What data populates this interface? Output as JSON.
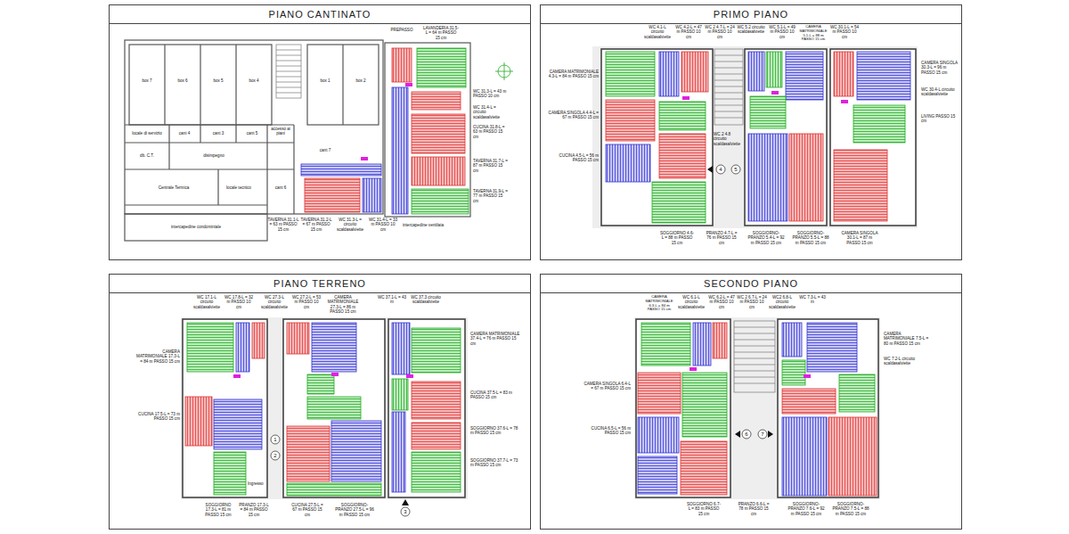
{
  "diagram": {
    "nodes": [
      {
        "text": [
          "PIANO CANTINATO"
        ]
      },
      {
        "text": [
          "PRIMO PIANO"
        ]
      },
      {
        "text": [
          "PIANO TERRENO"
        ]
      },
      {
        "text": [
          "SECONDO PIANO"
        ]
      }
    ],
    "labels": [
      "box 7",
      "box 6",
      "box 5",
      "box 4",
      "box 1",
      "box 2",
      "locale di servizio",
      "cant 4",
      "cant 3",
      "cant 5",
      "accesso ai piani",
      "disimpegno",
      "db. C.T.",
      "cant 7",
      "Centrale Termica",
      "locale tecnico",
      "cant 6",
      "intercapedine condominiale",
      "PREPASSO",
      "LAVANDERIA 31.5-L = 64 m PASSO 15 cm",
      "WC 31.3-L = 43 m PASSO 10 cm",
      "WC 31.4-L = circuito scaldasalviette",
      "CUCINA 31.8-L = 63 m PASSO 15 cm",
      "TAVERNA 31.7-L = 87 m PASSO 15 cm",
      "TAVERNA 31.9-L = 77 m PASSO 15 cm",
      "TAVERNA 31.1-L = 63 m PASSO 15 cm",
      "TAVERNA 31.2-L = 67 m PASSO 15 cm",
      "WC 31.3-L = circuito scaldasalviette",
      "WC 31.4-L = 33 m PASSO 10 cm",
      "intercapedine ventilata",
      "CAMERA MATRIMONIALE 4.3-L = 84 m PASSO 15 cm",
      "CAMERA SINGOLA 4.4-L = 67 m PASSO 15 cm",
      "CUCINA 4.5-L = 56 m PASSO 15 cm",
      "WC 4.1-L circuito scaldasalviette",
      "WC 4.2-L = 47 m PASSO 10 cm",
      "WC 2 4.7-L = 24 m PASSO 10 cm",
      "WC 5.2 circuito scaldasalviette",
      "WC 5.1-L = 49 m PASSO 10 cm",
      "CAMERA MATRIMONIALE 5.1-L = 88 m PASSO 15 cm",
      "WC 30.1-L = 54 m PASSO 10 cm",
      "WC 2 4.8 circuito scaldasalviette",
      "4",
      "5",
      "CAMERA SINGOLA 30.3-L = 96 m PASSO 15 cm",
      "WC 30.4-L circuito scaldasalviette",
      "LIVING PASSO 15 cm",
      "SOGGIORNO 4.6-L = 88 m PASSO 15 cm",
      "PRANZO 4.7-L = 76 m PASSO 15 cm",
      "SOGGIORNO-PRANZO 5.4-L = 92 m PASSO 15 cm",
      "SOGGIORNO-PRANZO 5.5-L = 88 m PASSO 15 cm",
      "CAMERA SINGOLA 30.1-L = 87 m PASSO 15 cm",
      "WC 17.1-L circuito scaldasalviette",
      "WC 17.8-L = 32 m PASSO 10 cm",
      "WC 27.3-L circuito scaldasalviette",
      "WC 27.2-L = 53 m PASSO 10 cm",
      "CAMERA MATRIMONIALE 27.3-L = 86 m PASSO 15 cm",
      "WC 37.1-L = 43 m",
      "WC 37.3 circuito scaldasalviette",
      "CAMERA MATRIMONIALE 17.3-L = 84 m PASSO 15 cm",
      "CUCINA 17.5-L = 73 m PASSO 15 cm",
      "CAMERA MATRIMONIALE 37.4-L = 76 m PASSO 15 cm",
      "CUCINA 37.5-L = 83 m PASSO 15 cm",
      "SOGGIORNO 37.6-L = 78 m PASSO 15 cm",
      "SOGGIORNO 37.7-L = 73 m PASSO 15 cm",
      "1",
      "2",
      "Ingresso",
      "3",
      "SOGGIORNO 17.3-L = 81 m PASSO 15 cm",
      "PRANZO 17.3-L = 84 m PASSO 15 cm",
      "CUCINA 27.5-L = 67 m PASSO 15 cm",
      "SOGGIORNO-PRANZO 27.5-L = 96 m PASSO 15 cm",
      "CAMERA MATRIMONIALE 6.3-L = 84 m PASSO 15 cm",
      "WC 6.1-L circuito scaldasalviette",
      "WC 6.2-L = 47 m PASSO 10 cm",
      "WC 2 6.7-L = 24 m PASSO 10 cm",
      "WC2 6.8-L circuito scaldasalviette",
      "WC 7.3-L = 43 m",
      "CAMERA MATRIMONIALE 7.5-L = 80 m PASSO 15 cm",
      "WC 7.2-L circuito scaldasalviette",
      "CAMERA SINGOLA 6.4-L = 67 m PASSO 15 cm",
      "CUCINA 6.5-L = 56 m PASSO 15 cm",
      "6",
      "7",
      "SOGGIORNO 6.7-L = 83 m PASSO 15 cm",
      "PRANZO 6.6-L = 78 m PASSO 15 cm",
      "SOGGIORNO-PRANZO 7.6-L = 92 m PASSO 15 cm",
      "SOGGIORNO-PRANZO 7.5-L = 88 m PASSO 15 cm"
    ]
  }
}
